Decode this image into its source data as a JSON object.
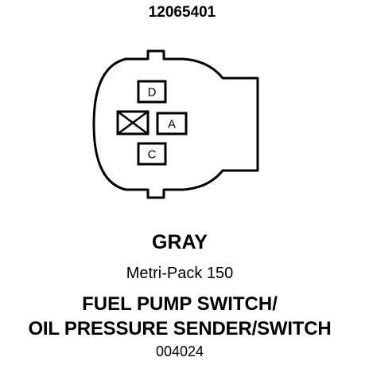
{
  "part_number": "12065401",
  "connector": {
    "color": "GRAY",
    "series": "Metri-Pack 150",
    "cavities": [
      {
        "id": "D",
        "label": "D",
        "state": "occupied"
      },
      {
        "id": "X",
        "label": "",
        "state": "plugged"
      },
      {
        "id": "A",
        "label": "A",
        "state": "occupied"
      },
      {
        "id": "C",
        "label": "C",
        "state": "occupied"
      }
    ]
  },
  "title": {
    "line1": "FUEL PUMP SWITCH/",
    "line2": "OIL PRESSURE SENDER/SWITCH"
  },
  "drawing_number": "004024",
  "colors": {
    "ink": "#000000",
    "background": "#ffffff"
  }
}
